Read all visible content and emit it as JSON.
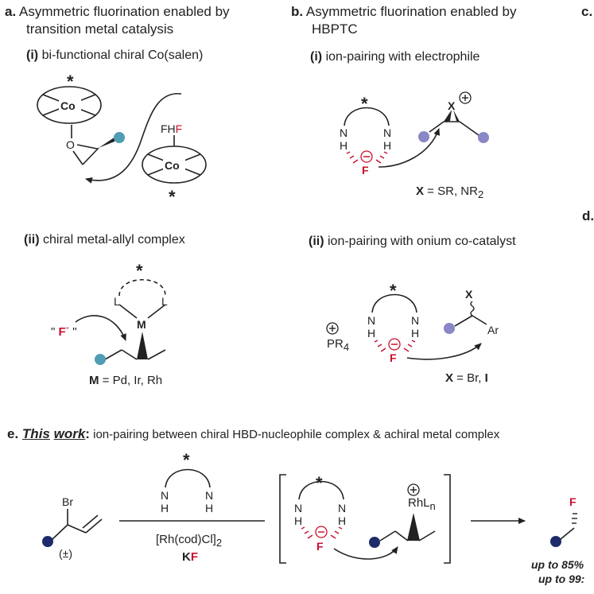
{
  "panel_a": {
    "label": "a.",
    "title_line1": "Asymmetric fluorination enabled by",
    "title_line2": "transition metal catalysis",
    "sub_i_label": "(i)",
    "sub_i_text": "bi-functional chiral Co(salen)",
    "sub_ii_label": "(ii)",
    "sub_ii_text": "chiral metal-allyl complex",
    "co1": "Co",
    "co2": "Co",
    "o": "O",
    "fh": "FH",
    "f_red": "F",
    "star1": "*",
    "star2": "*",
    "star3": "*",
    "l1": "L",
    "l2": "L",
    "m": "M",
    "fluoride_open": "\"",
    "fluoride_f": "F",
    "fluoride_charge": "-",
    "fluoride_close": "\"",
    "m_def_bold": "M",
    "m_def_rest": " = Pd, Ir, Rh"
  },
  "panel_b": {
    "label": "b.",
    "title_line1": "Asymmetric fluorination enabled by",
    "title_line2": "HBPTC",
    "sub_i_label": "(i)",
    "sub_i_text": "ion-pairing with electrophile",
    "sub_ii_label": "(ii)",
    "sub_ii_text": "ion-pairing with onium co-catalyst",
    "n": "N",
    "h": "H",
    "f": "F",
    "star": "*",
    "x_plus": "X",
    "x_def_bold": "X",
    "x_def_rest": " = SR, NR",
    "x_def_sub": "2",
    "pr4": "PR",
    "pr4_sub": "4",
    "x_top": "X",
    "ar": "Ar",
    "x2_def_bold": "X",
    "x2_def_rest": " = Br, ",
    "x2_def_i": "I"
  },
  "panel_c": {
    "label": "c."
  },
  "panel_d": {
    "label": "d."
  },
  "panel_e": {
    "label": "e.",
    "this": "This",
    "work": "work",
    "colon": ":",
    "title_rest": " ion-pairing between chiral HBD-nucleophile complex & achiral metal complex",
    "br": "Br",
    "racemic": "(±)",
    "reagent1": "[Rh(cod)Cl]",
    "reagent1_sub": "2",
    "reagent2_k": "K",
    "reagent2_f": "F",
    "rhl": "RhL",
    "rhl_sub": "n",
    "product_f": "F",
    "yield": "up to 85%",
    "ee": "up to 99:"
  }
}
